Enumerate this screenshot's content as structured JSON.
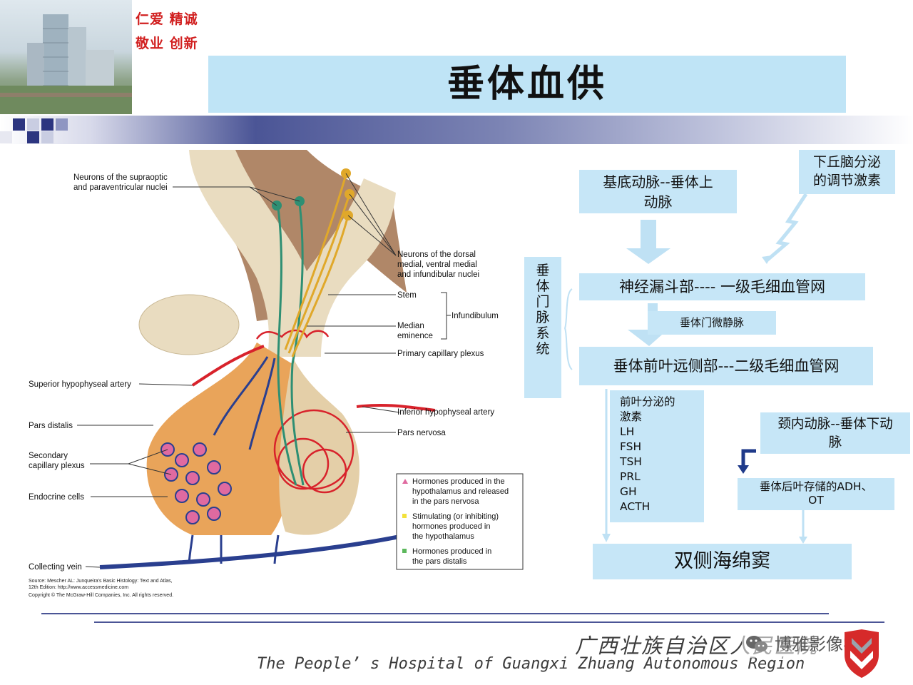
{
  "header": {
    "motto": [
      "仁爱  精诚",
      "敬业  创新"
    ],
    "title": "垂体血供"
  },
  "diagram": {
    "labels": {
      "supraoptic": [
        "Neurons of the supraoptic",
        "and paraventricular nuclei"
      ],
      "dorsal": [
        "Neurons of the dorsal",
        "medial, ventral medial",
        "and infundibular nuclei"
      ],
      "stem": "Stem",
      "median": [
        "Median",
        "eminence"
      ],
      "infundibulum": "Infundibulum",
      "primary_plexus": "Primary capillary plexus",
      "superior_artery": "Superior hypophyseal artery",
      "inferior_artery": "Inferior hypophyseal artery",
      "pars_distalis": "Pars distalis",
      "pars_nervosa": "Pars nervosa",
      "secondary_plexus": [
        "Secondary",
        "capillary plexus"
      ],
      "endocrine": "Endocrine cells",
      "collecting_vein": "Collecting vein"
    },
    "legend": [
      {
        "marker": "pink-triangle",
        "lines": [
          "Hormones produced in the",
          "hypothalamus and released",
          "in the pars nervosa"
        ]
      },
      {
        "marker": "yellow-square",
        "lines": [
          "Stimulating (or inhibiting)",
          "hormones produced in",
          "the hypothalamus"
        ]
      },
      {
        "marker": "green-square",
        "lines": [
          "Hormones produced in",
          "the pars distalis"
        ]
      }
    ],
    "source_lines": [
      "Source: Mescher AL: Junqueira's Basic Histology: Text and Atlas,",
      "12th Edition: http://www.accessmedicine.com",
      "Copyright © The McGraw-Hill Companies, Inc. All rights reserved."
    ]
  },
  "flow": {
    "basal": [
      "基底动脉--垂体上",
      "动脉"
    ],
    "hypothalamic": [
      "下丘脑分泌",
      "的调节激素"
    ],
    "portal_system": [
      "垂",
      "体",
      "门",
      "脉",
      "系",
      "统"
    ],
    "neural": "神经漏斗部---- 一级毛细血管网",
    "portal_vein": "垂体门微静脉",
    "anterior": "垂体前叶远侧部---二级毛细血管网",
    "secretions": [
      "前叶分泌的",
      "激素",
      "LH",
      "FSH",
      "TSH",
      "PRL",
      "GH",
      "ACTH"
    ],
    "carotid": [
      "颈内动脉--垂体下动",
      "脉"
    ],
    "posterior": [
      "垂体后叶存储的ADH、",
      "OT"
    ],
    "sinus": "双侧海绵窦"
  },
  "footer": {
    "cn": "广西壮族自治区人民医院",
    "en": "The People’ s Hospital of Guangxi Zhuang Autonomous Region",
    "watermark": "博雅影像学"
  },
  "colors": {
    "box_fill": "#c6e6f7",
    "title_fill": "#bfe4f6",
    "motto": "#d11f1f",
    "artery": "#d8222b",
    "vein": "#2a3f8f",
    "axon_yellow": "#e0a82a",
    "axon_green": "#2e8f73",
    "tissue_orange": "#e9a45a",
    "stem_tan": "#e9dcc0",
    "brain_brown": "#b08768"
  }
}
